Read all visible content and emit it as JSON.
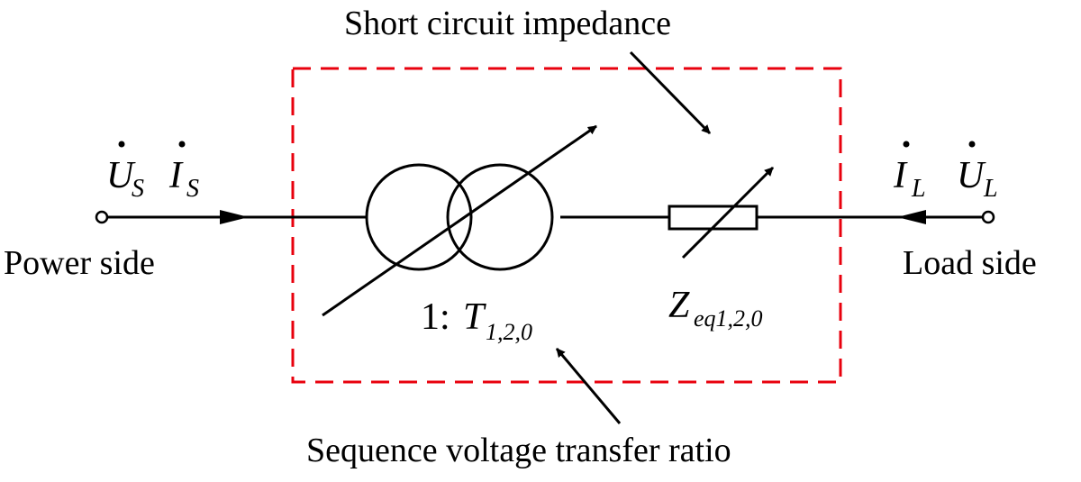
{
  "labels": {
    "top": "Short circuit impedance",
    "bottom": "Sequence voltage transfer ratio",
    "power_side": "Power side",
    "load_side": "Load side",
    "us_main": "U",
    "us_sub": "S",
    "is_main": "I",
    "is_sub": "S",
    "il_main": "I",
    "il_sub": "L",
    "ul_main": "U",
    "ul_sub": "L",
    "ratio_prefix": "1:",
    "ratio_main": "T",
    "ratio_sub": "1,2,0",
    "z_main": "Z",
    "z_sub": "eq1,2,0"
  },
  "colors": {
    "line": "#000000",
    "box": "#e8000d",
    "background": "#ffffff"
  }
}
